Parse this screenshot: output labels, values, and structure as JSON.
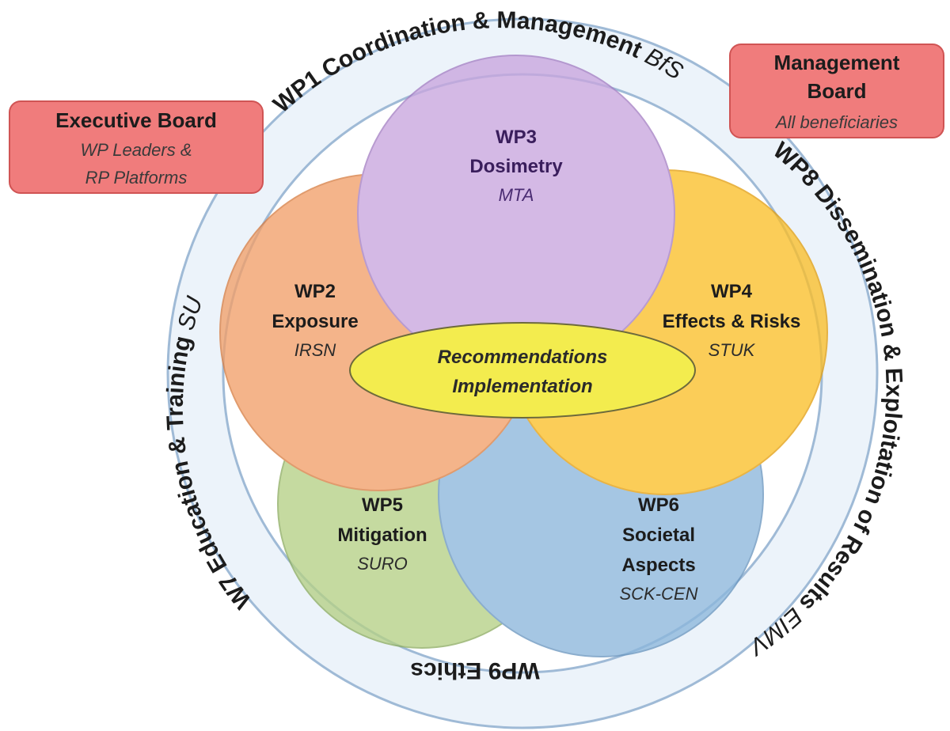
{
  "ring": {
    "wp1": {
      "label": "WP1  Coordination & Management ",
      "lead": "BfS"
    },
    "wp8": {
      "label": "WP8  Dissemination & Exploitation of Results ",
      "lead": "EIMV"
    },
    "wp9": {
      "label": "WP9 Ethics"
    },
    "wp7": {
      "label": "W7  Education & Training ",
      "lead": "SU"
    }
  },
  "boxes": {
    "executive": {
      "title": "Executive  Board",
      "line1": "WP Leaders &",
      "line2": "RP Platforms"
    },
    "management": {
      "title_line1": "Management",
      "title_line2": "Board",
      "sub": "All beneficiaries"
    }
  },
  "circles": {
    "wp3": {
      "id": "WP3",
      "name": "Dosimetry",
      "lead": "MTA",
      "color": "#c9a6de"
    },
    "wp2": {
      "id": "WP2",
      "name": "Exposure",
      "lead": "IRSN",
      "color": "#f2a06a"
    },
    "wp4": {
      "id": "WP4",
      "name": "Effects & Risks",
      "lead": "STUK",
      "color": "#fbbf2a"
    },
    "wp5": {
      "id": "WP5",
      "name": "Mitigation",
      "lead": "SURO",
      "color": "#b5d086"
    },
    "wp6": {
      "id": "WP6",
      "name_line1": "Societal",
      "name_line2": "Aspects",
      "lead": "SCK-CEN",
      "color": "#8cb7dc"
    }
  },
  "center": {
    "line1": "Recommendations",
    "line2": "Implementation",
    "color": "#f3ec4e"
  },
  "colors": {
    "ring_fill": "#ecf3fa",
    "ring_stroke": "#9fbad6",
    "box_fill": "#f07c7c",
    "box_stroke": "#d05454"
  }
}
